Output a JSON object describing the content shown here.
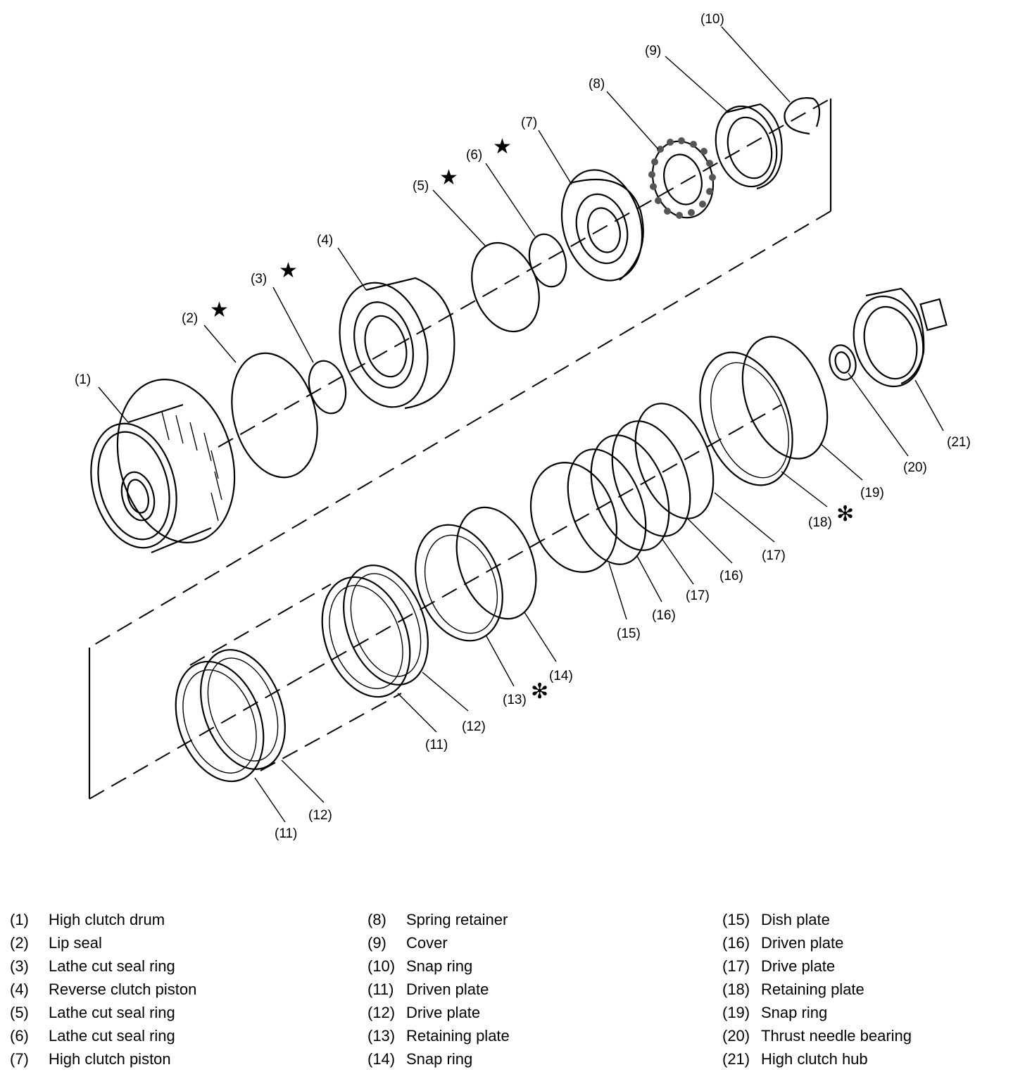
{
  "diagram": {
    "callouts": {
      "c1": "(1)",
      "c2": "(2)",
      "c3": "(3)",
      "c4": "(4)",
      "c5": "(5)",
      "c6": "(6)",
      "c7": "(7)",
      "c8": "(8)",
      "c9": "(9)",
      "c10": "(10)",
      "c11a": "(11)",
      "c12a": "(12)",
      "c11b": "(11)",
      "c12b": "(12)",
      "c13": "(13)",
      "c14": "(14)",
      "c15": "(15)",
      "c16a": "(16)",
      "c17a": "(17)",
      "c16b": "(16)",
      "c17b": "(17)",
      "c18": "(18)",
      "c19": "(19)",
      "c20": "(20)",
      "c21": "(21)"
    },
    "marks": {
      "star": "★",
      "asterisk": "✻"
    }
  },
  "legend": {
    "col1": [
      {
        "num": "(1)",
        "label": "High clutch drum"
      },
      {
        "num": "(2)",
        "label": "Lip seal"
      },
      {
        "num": "(3)",
        "label": "Lathe cut seal ring"
      },
      {
        "num": "(4)",
        "label": "Reverse clutch piston"
      },
      {
        "num": "(5)",
        "label": "Lathe cut seal ring"
      },
      {
        "num": "(6)",
        "label": "Lathe cut seal ring"
      },
      {
        "num": "(7)",
        "label": "High clutch piston"
      }
    ],
    "col2": [
      {
        "num": "(8)",
        "label": "Spring retainer"
      },
      {
        "num": "(9)",
        "label": "Cover"
      },
      {
        "num": "(10)",
        "label": "Snap ring"
      },
      {
        "num": "(11)",
        "label": "Driven plate"
      },
      {
        "num": "(12)",
        "label": "Drive plate"
      },
      {
        "num": "(13)",
        "label": "Retaining plate"
      },
      {
        "num": "(14)",
        "label": "Snap ring"
      }
    ],
    "col3": [
      {
        "num": "(15)",
        "label": "Dish plate"
      },
      {
        "num": "(16)",
        "label": "Driven plate"
      },
      {
        "num": "(17)",
        "label": "Drive plate"
      },
      {
        "num": "(18)",
        "label": "Retaining plate"
      },
      {
        "num": "(19)",
        "label": "Snap ring"
      },
      {
        "num": "(20)",
        "label": "Thrust needle bearing"
      },
      {
        "num": "(21)",
        "label": "High clutch hub"
      }
    ]
  }
}
